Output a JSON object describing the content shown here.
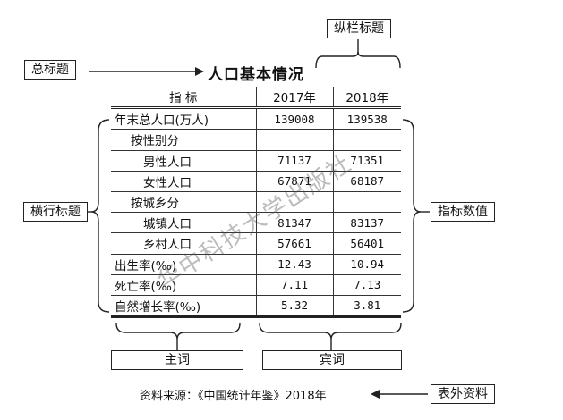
{
  "title": "人口基本情况",
  "labels": {
    "zong_biao_ti": "总标题",
    "zong_lan_biao_ti": "纵栏标题",
    "heng_hang_biao_ti": "横行标题",
    "zhi_biao_shu_zhi": "指标数值",
    "zhu_ci": "主词",
    "bin_ci": "宾词",
    "biao_wai_zi_liao": "表外资料"
  },
  "table": {
    "header": [
      "指    标",
      "2017年",
      "2018年"
    ],
    "rows": [
      {
        "label": "年末总人口(万人)",
        "v2017": "139008",
        "v2018": "139538"
      },
      {
        "label": "按性别分",
        "v2017": "",
        "v2018": ""
      },
      {
        "label": "男性人口",
        "v2017": "71137",
        "v2018": "71351"
      },
      {
        "label": "女性人口",
        "v2017": "67871",
        "v2018": "68187"
      },
      {
        "label": "按城乡分",
        "v2017": "",
        "v2018": ""
      },
      {
        "label": "城镇人口",
        "v2017": "81347",
        "v2018": "83137"
      },
      {
        "label": "乡村人口",
        "v2017": "57661",
        "v2018": "56401"
      },
      {
        "label": "出生率(‰)",
        "v2017": "12.43",
        "v2018": "10.94"
      },
      {
        "label": "死亡率(‰)",
        "v2017": "7.11",
        "v2018": "7.13"
      },
      {
        "label": "自然增长率(‰)",
        "v2017": "5.32",
        "v2018": "3.81"
      }
    ]
  },
  "source": "资料来源：《中国统计年鉴》2018年",
  "watermark": "华中科技大学出版社"
}
